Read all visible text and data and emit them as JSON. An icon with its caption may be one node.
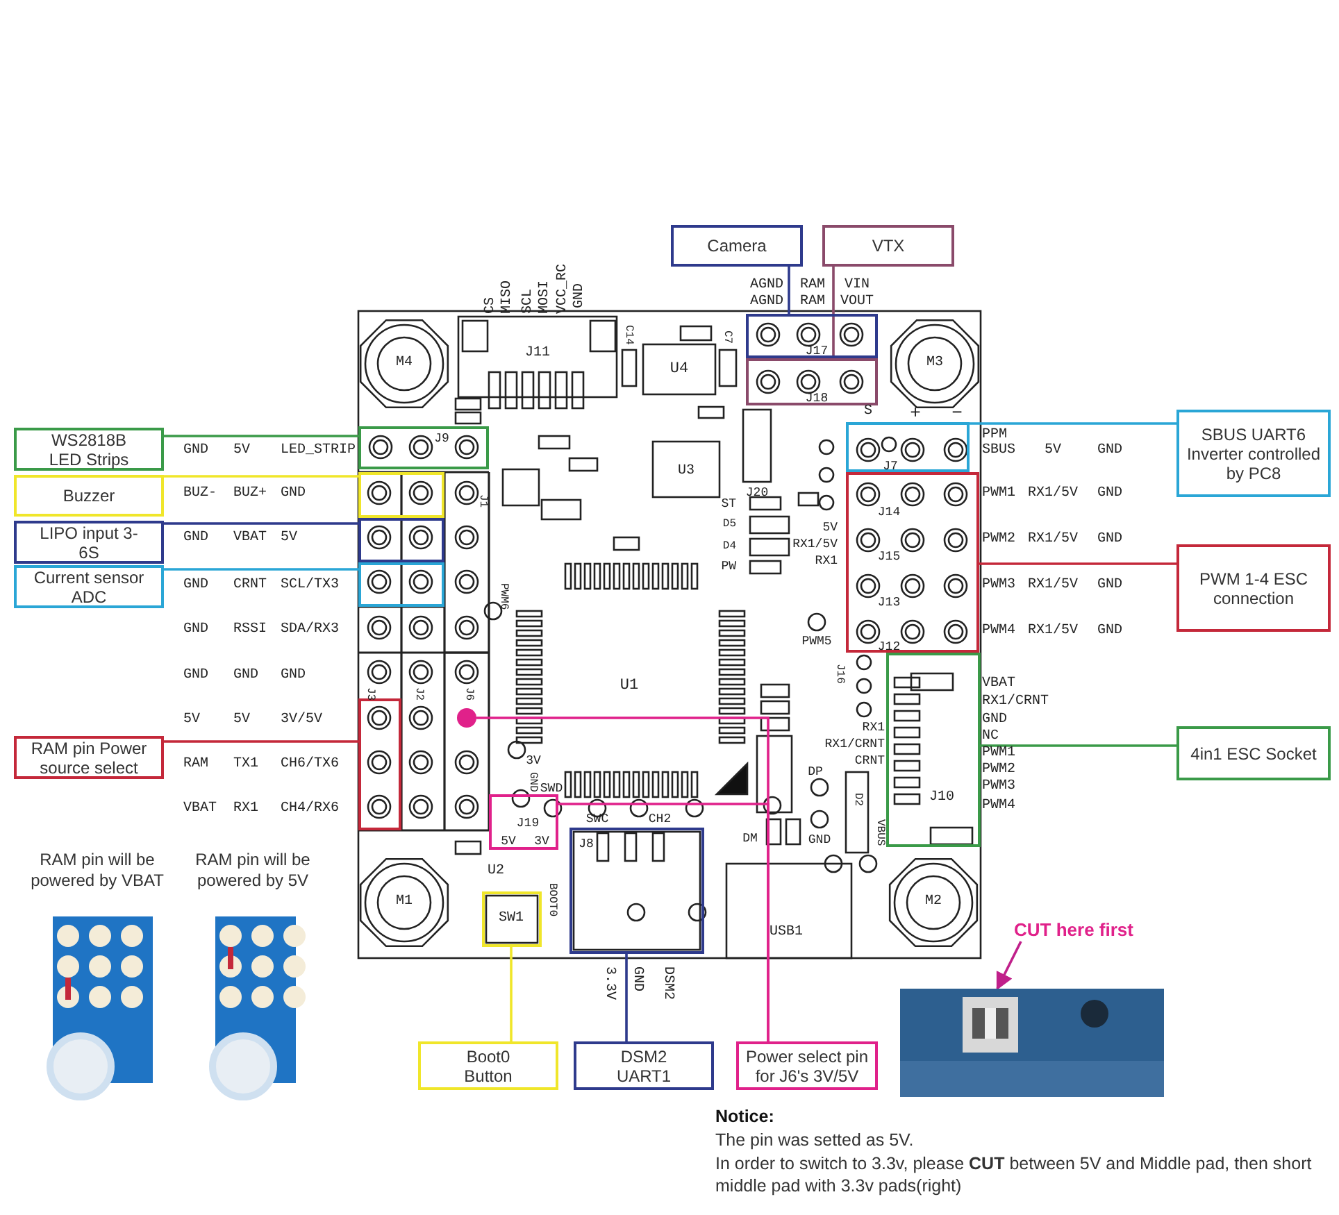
{
  "diagram": {
    "nodes": [
      {
        "text": [
          "Camera"
        ]
      },
      {
        "text": [
          "VTX"
        ]
      },
      {
        "text": [
          "WS2818B LED Strips"
        ]
      },
      {
        "text": [
          "Buzzer"
        ]
      },
      {
        "text": [
          "LIPO input 3-6S"
        ]
      },
      {
        "text": [
          "Current sensor ADC"
        ]
      },
      {
        "text": [
          "SBUS UART6 Inverter controlled by PC8"
        ]
      },
      {
        "text": [
          "PWM 1-4 ESC connection"
        ]
      },
      {
        "text": [
          "RAM pin Power source select"
        ]
      },
      {
        "text": [
          "4in1 ESC Socket"
        ]
      },
      {
        "text": [
          "Boot0 Button"
        ]
      },
      {
        "text": [
          "DSM2 UART1"
        ]
      },
      {
        "text": [
          "Power select pin for J6's 3V/5V"
        ]
      },
      {
        "text": [
          "CUT here first"
        ]
      },
      {
        "text": [],
        "shape": "box"
      },
      {
        "text": [],
        "shape": "box"
      },
      {
        "text": [],
        "shape": "box"
      },
      {
        "text": [],
        "shape": "box"
      },
      {
        "text": [],
        "shape": "box"
      },
      {
        "text": [],
        "shape": "box"
      },
      {
        "text": [],
        "shape": "box"
      },
      {
        "text": [],
        "shape": "box"
      },
      {
        "text": [],
        "shape": "box"
      },
      {
        "text": [],
        "shape": "box"
      },
      {
        "text": [],
        "shape": "circle"
      },
      {
        "text": [],
        "shape": "box"
      },
      {
        "text": [],
        "shape": "box"
      },
      {
        "text": [],
        "shape": "box"
      },
      {
        "text": [],
        "shape": "picture"
      }
    ],
    "edges": [
      {
        "from": 0,
        "to": 14,
        "arrow": "none",
        "color": "#2e3a8c"
      },
      {
        "from": 1,
        "to": 15,
        "arrow": "none",
        "color": "#8a4a6a"
      },
      {
        "from": 2,
        "to": 16,
        "arrow": "none",
        "color": "#3a9a48"
      },
      {
        "from": 3,
        "to": 18,
        "arrow": "none",
        "color": "#f0e62a"
      },
      {
        "from": 4,
        "to": 19,
        "arrow": "none",
        "color": "#2e3a8c"
      },
      {
        "from": 5,
        "to": 20,
        "arrow": "none",
        "color": "#2aa6d6"
      },
      {
        "from": 6,
        "to": 17,
        "arrow": "none",
        "color": "#2aa6d6"
      },
      {
        "from": 7,
        "to": 21,
        "arrow": "none",
        "color": "#c4283a"
      },
      {
        "from": 8,
        "to": 22,
        "arrow": "none",
        "color": "#c4283a"
      },
      {
        "from": 9,
        "to": 23,
        "arrow": "none",
        "color": "#3a9a48"
      },
      {
        "from": 10,
        "to": 25,
        "arrow": "none",
        "color": "#f0e62a"
      },
      {
        "from": 11,
        "to": 26,
        "arrow": "none",
        "color": "#2e3a8c"
      },
      {
        "from": 12,
        "to": 24,
        "arrow": "none",
        "color": "#e0218a"
      },
      {
        "from": 12,
        "to": 27,
        "arrow": "none",
        "color": "#e0218a"
      },
      {
        "from": 13,
        "to": 28,
        "arrow": "to",
        "color": "#c0208a"
      }
    ],
    "labels": [
      "CS",
      "MISO",
      "SCL",
      "MOSI",
      "VCC_RC",
      "GND",
      "AGND",
      "AGND",
      "RAM",
      "RAM",
      "VIN",
      "VOUT",
      "M4",
      "J11",
      "C14",
      "U4",
      "C7",
      "J17",
      "J18",
      "M3",
      "J9",
      "U3",
      "J20",
      "S",
      "+",
      "−",
      "J7",
      "J1",
      "PWM6",
      "ST",
      "D5",
      "D4",
      "PW",
      "5V",
      "RX1/5V",
      "RX1",
      "J14",
      "J15",
      "J13",
      "J12",
      "U1",
      "PWM5",
      "J16",
      "RX1",
      "RX1/CRNT",
      "CRNT",
      "J3",
      "J2",
      "J6",
      "3V",
      "GND",
      "SWD",
      "SWC",
      "CH2",
      "DP",
      "DM",
      "GND",
      "J10",
      "VBUS",
      "D2",
      "J19",
      "5V",
      "3V",
      "J8",
      "U2",
      "M1",
      "SW1",
      "BOOT0",
      "USB1",
      "M2",
      "3.3V",
      "GND",
      "DSM2",
      "GND",
      "5V",
      "LED_STRIP",
      "BUZ-",
      "BUZ+",
      "GND",
      "GND",
      "VBAT",
      "5V",
      "GND",
      "CRNT",
      "SCL/TX3",
      "GND",
      "RSSI",
      "SDA/RX3",
      "GND",
      "GND",
      "GND",
      "5V",
      "5V",
      "3V/5V",
      "RAM",
      "TX1",
      "CH6/TX6",
      "VBAT",
      "RX1",
      "CH4/RX6",
      "PPM",
      "SBUS",
      "5V",
      "GND",
      "PWM1",
      "RX1/5V",
      "GND",
      "PWM2",
      "RX1/5V",
      "GND",
      "PWM3",
      "RX1/5V",
      "GND",
      "PWM4",
      "RX1/5V",
      "GND",
      "VBAT",
      "RX1/CRNT",
      "GND",
      "NC",
      "PWM1",
      "PWM2",
      "PWM3",
      "PWM4",
      "RAM pin will be powered by VBAT",
      "RAM pin will be powered by 5V",
      "Notice:",
      "The pin was setted as 5V.",
      "In order to switch to 3.3v, please **CUT** between 5V and Middle pad, then short middle pad with 3.3v pads(right)"
    ]
  }
}
